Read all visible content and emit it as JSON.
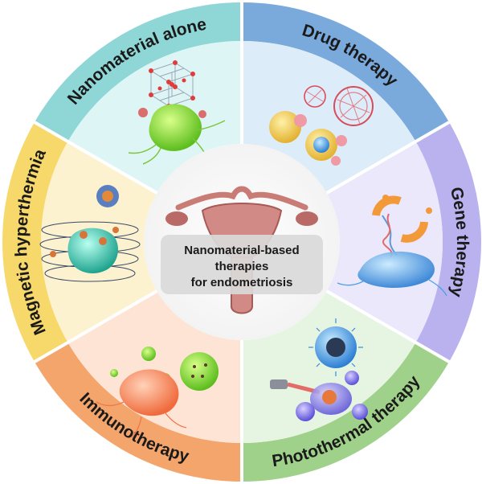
{
  "center": {
    "lines": [
      "Nanomaterial-based",
      "therapies",
      "for endometriosis"
    ]
  },
  "segments": [
    {
      "id": "nanomaterial-alone",
      "label": "Nanomaterial alone",
      "ring_color": "#8fd6d6",
      "inner_color": "#def5f6"
    },
    {
      "id": "drug-therapy",
      "label": "Drug therapy",
      "ring_color": "#7aa9dc",
      "inner_color": "#dcecf9"
    },
    {
      "id": "gene-therapy",
      "label": "Gene therapy",
      "ring_color": "#b9b2ef",
      "inner_color": "#ebe8fc"
    },
    {
      "id": "photothermal-therapy",
      "label": "Photothermal therapy",
      "ring_color": "#9fd18a",
      "inner_color": "#e6f5e1"
    },
    {
      "id": "immunotherapy",
      "label": "Immunotherapy",
      "ring_color": "#f4a56b",
      "inner_color": "#fde4d4"
    },
    {
      "id": "magnetic-hyperthermia",
      "label": "Magnetic hyperthermia",
      "ring_color": "#f7d86a",
      "inner_color": "#fdf2cf"
    }
  ],
  "colors": {
    "center_box": "#d9d9d9",
    "uterus": "#c97b76",
    "uterus_dark": "#a85a57",
    "divider": "#ffffff"
  }
}
